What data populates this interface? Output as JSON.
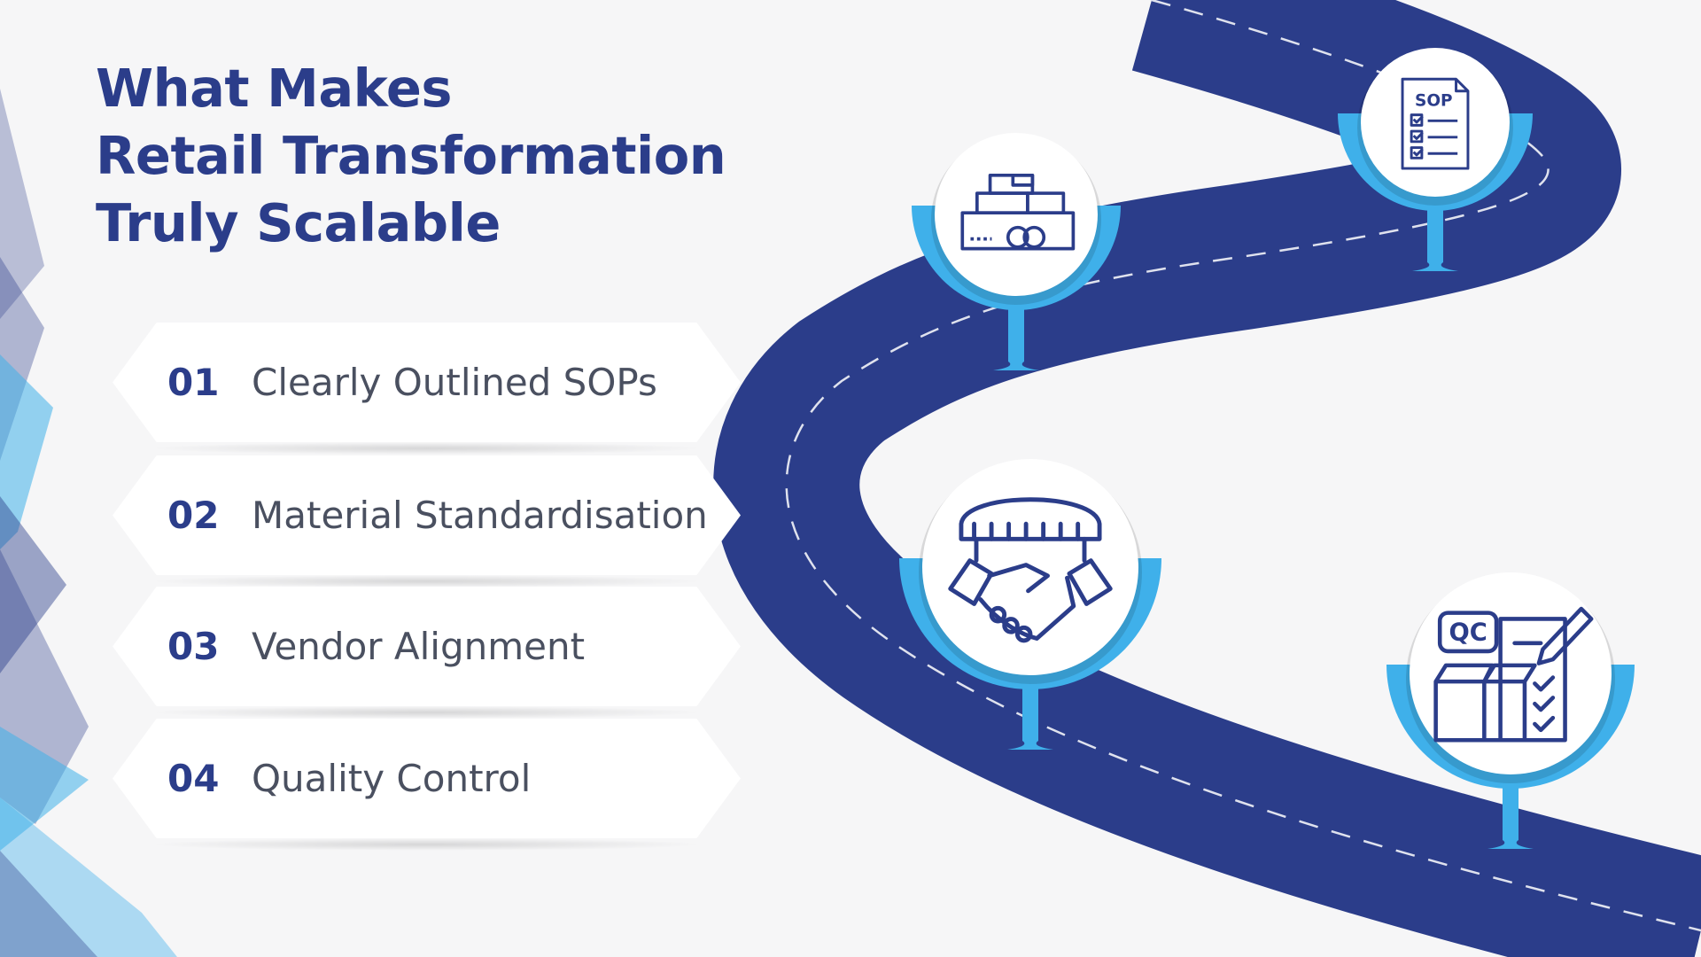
{
  "title": {
    "line1": "What Makes",
    "line2": "Retail Transformation",
    "line3": "Truly Scalable"
  },
  "steps": [
    {
      "number": "01",
      "label": "Clearly Outlined SOPs"
    },
    {
      "number": "02",
      "label": "Material Standardisation"
    },
    {
      "number": "03",
      "label": "Vendor Alignment"
    },
    {
      "number": "04",
      "label": "Quality Control"
    }
  ],
  "milestones": [
    {
      "icon": "materials-stack-icon"
    },
    {
      "icon": "sop-document-icon",
      "badge": "SOP"
    },
    {
      "icon": "vendor-handshake-icon"
    },
    {
      "icon": "quality-control-icon",
      "badge": "QC"
    }
  ],
  "colors": {
    "navy": "#2b3d8a",
    "accent_blue": "#3fb0ea",
    "background": "#f6f6f7",
    "text_gray": "#4a5060"
  }
}
